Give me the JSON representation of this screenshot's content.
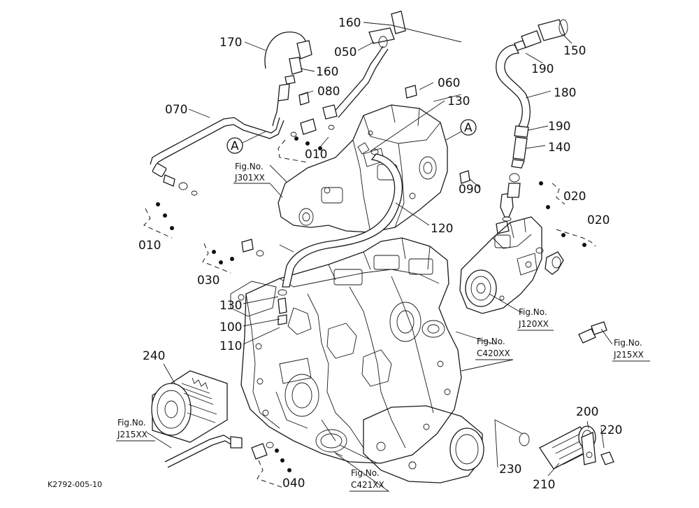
{
  "diagram": {
    "code": "K2792-005-10",
    "callouts": [
      {
        "id": "c-170",
        "text": "170"
      },
      {
        "id": "c-160a",
        "text": "160"
      },
      {
        "id": "c-160b",
        "text": "160"
      },
      {
        "id": "c-050",
        "text": "050"
      },
      {
        "id": "c-080",
        "text": "080"
      },
      {
        "id": "c-070",
        "text": "070"
      },
      {
        "id": "c-060",
        "text": "060"
      },
      {
        "id": "c-130a",
        "text": "130"
      },
      {
        "id": "c-010a",
        "text": "010"
      },
      {
        "id": "c-010b",
        "text": "010"
      },
      {
        "id": "c-090",
        "text": "090"
      },
      {
        "id": "c-120",
        "text": "120"
      },
      {
        "id": "c-030",
        "text": "030"
      },
      {
        "id": "c-130b",
        "text": "130"
      },
      {
        "id": "c-100",
        "text": "100"
      },
      {
        "id": "c-110",
        "text": "110"
      },
      {
        "id": "c-240",
        "text": "240"
      },
      {
        "id": "c-150",
        "text": "150"
      },
      {
        "id": "c-190a",
        "text": "190"
      },
      {
        "id": "c-180",
        "text": "180"
      },
      {
        "id": "c-190b",
        "text": "190"
      },
      {
        "id": "c-140",
        "text": "140"
      },
      {
        "id": "c-020a",
        "text": "020"
      },
      {
        "id": "c-020b",
        "text": "020"
      },
      {
        "id": "c-200",
        "text": "200"
      },
      {
        "id": "c-220",
        "text": "220"
      },
      {
        "id": "c-230",
        "text": "230"
      },
      {
        "id": "c-210",
        "text": "210"
      },
      {
        "id": "c-040",
        "text": "040"
      }
    ],
    "markers": [
      {
        "id": "m-a1",
        "text": "A"
      },
      {
        "id": "m-a2",
        "text": "A"
      }
    ],
    "figrefs": [
      {
        "id": "f-j301",
        "line1": "Fig.No.",
        "line2": "J301XX"
      },
      {
        "id": "f-j120",
        "line1": "Fig.No.",
        "line2": "J120XX"
      },
      {
        "id": "f-c420",
        "line1": "Fig.No.",
        "line2": "C420XX"
      },
      {
        "id": "f-j215a",
        "line1": "Fig.No.",
        "line2": "J215XX"
      },
      {
        "id": "f-j215b",
        "line1": "Fig.No.",
        "line2": "J215XX"
      },
      {
        "id": "f-c421",
        "line1": "Fig.No.",
        "line2": "C421XX"
      }
    ]
  }
}
